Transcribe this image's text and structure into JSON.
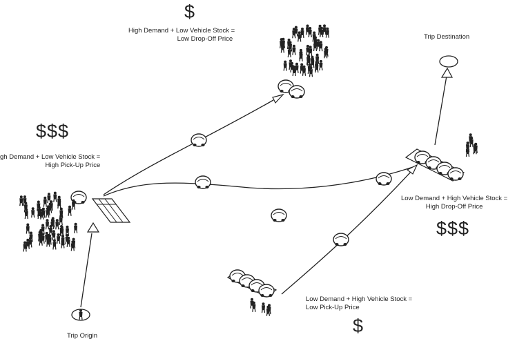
{
  "labels": {
    "destination": "Trip Destination",
    "origin": "Trip Origin"
  },
  "zones": {
    "top": {
      "price": "$",
      "line1": "High Demand + Low Vehicle Stock =",
      "line2": "Low Drop-Off Price"
    },
    "left": {
      "price": "$$$",
      "line1": "gh Demand + Low Vehicle Stock =",
      "line2": "High Pick-Up Price"
    },
    "right": {
      "price": "$$$",
      "line1": "Low Demand + High Vehicle Stock =",
      "line2": "High Drop-Off Price"
    },
    "bottom": {
      "price": "$",
      "line1": "Low Demand + High Vehicle Stock =",
      "line2": "Low Pick-Up Price"
    }
  },
  "colors": {
    "ink": "#222222",
    "background": "#ffffff"
  }
}
